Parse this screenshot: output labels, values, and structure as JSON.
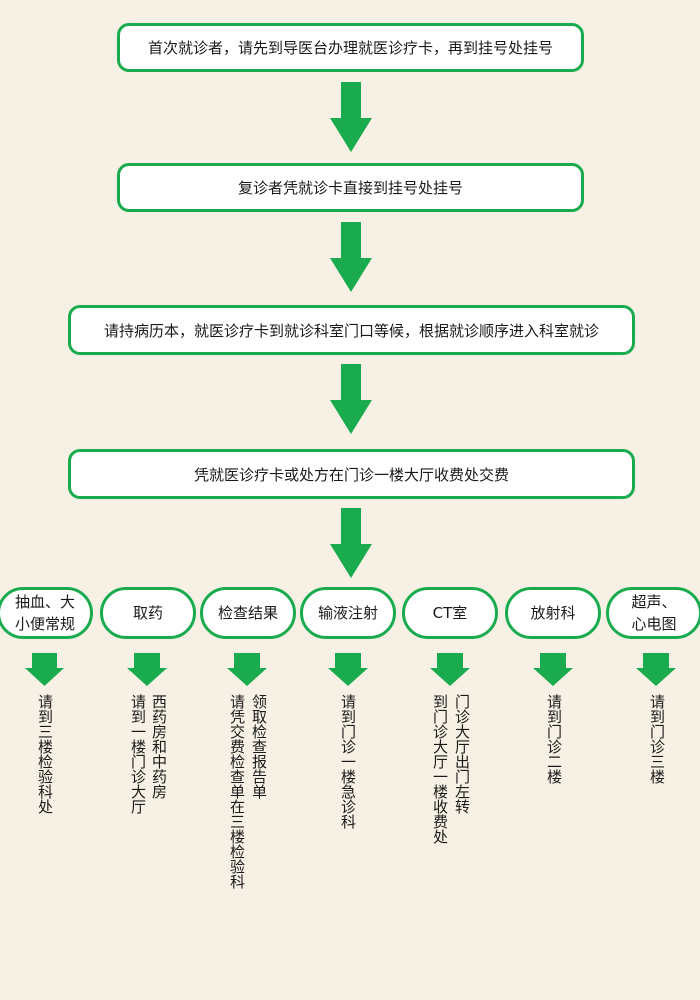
{
  "flow": {
    "step1": "首次就诊者，请先到导医台办理就医诊疗卡，再到挂号处挂号",
    "step2": "复诊者凭就诊卡直接到挂号处挂号",
    "step3": "请持病历本，就医诊疗卡到就诊科室门口等候，根据就诊顺序进入科室就诊",
    "step4": "凭就医诊疗卡或处方在门诊一楼大厅收费处交费"
  },
  "departments": [
    {
      "line1": "抽血、大",
      "line2": "小便常规",
      "instr": [
        "请到三楼检验科处"
      ]
    },
    {
      "line1": "取药",
      "line2": "",
      "instr": [
        "西药房和中药房",
        "请到一楼门诊大厅"
      ]
    },
    {
      "line1": "检查结果",
      "line2": "",
      "instr": [
        "领取检查报告单",
        "请凭交费检查单在三楼检验科"
      ]
    },
    {
      "line1": "输液注射",
      "line2": "",
      "instr": [
        "请到门诊一楼急诊科"
      ]
    },
    {
      "line1": "CT室",
      "line2": "",
      "instr": [
        "门诊大厅出门左转",
        "到门诊大厅一楼收费处"
      ]
    },
    {
      "line1": "放射科",
      "line2": "",
      "instr": [
        "请到门诊二楼"
      ]
    },
    {
      "line1": "超声、",
      "line2": "心电图",
      "instr": [
        "请到门诊三楼"
      ]
    }
  ],
  "colors": {
    "accent": "#1aab4e",
    "background": "#f6f1e4",
    "box": "#ffffff",
    "text": "#1a1a1a"
  }
}
